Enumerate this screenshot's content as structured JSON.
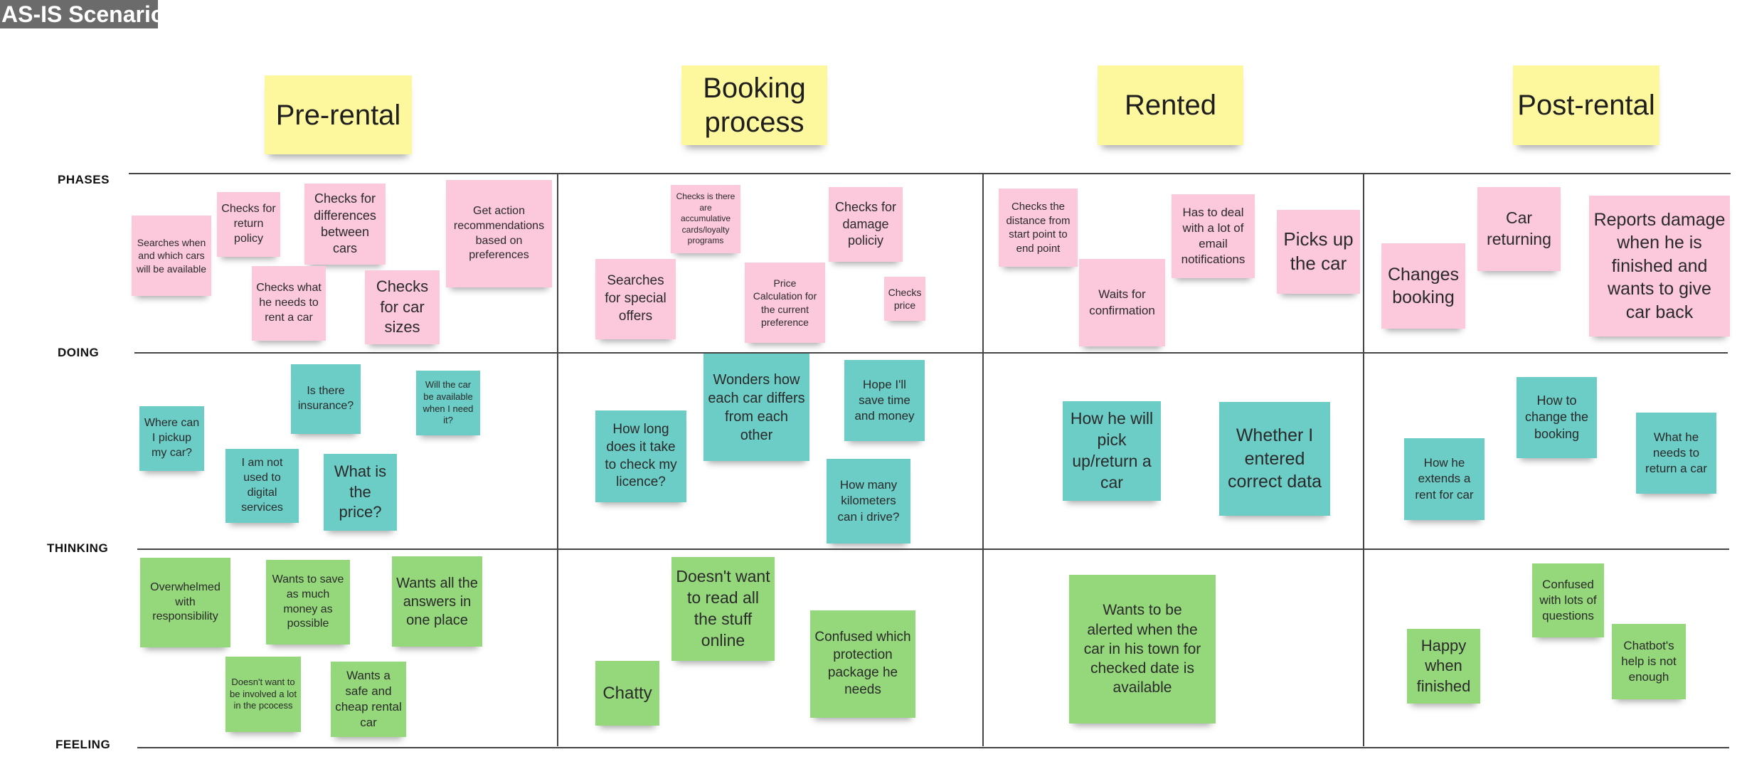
{
  "board": {
    "title": "AS-IS Scenario",
    "colors": {
      "phase": "#fdf79e",
      "doing": "#fbc8dc",
      "thinking": "#6cccc6",
      "feeling": "#95d87b"
    }
  },
  "phases": [
    "Pre-rental",
    "Booking process",
    "Rented",
    "Post-rental"
  ],
  "row_labels": [
    "PHASES",
    "DOING",
    "THINKING",
    "FEELING"
  ],
  "doing": {
    "pre_rental": [
      "Searches when and which cars will be available",
      "Checks for return policy",
      "Checks for differences between cars",
      "Get action recommendations based on preferences",
      "Checks what he needs to rent a car",
      "Checks for car sizes"
    ],
    "booking": [
      "Checks is there are accumulative cards/loyalty programs",
      "Checks for damage policiy",
      "Searches for special offers",
      "Price Calculation for the current preference",
      "Checks price"
    ],
    "rented": [
      "Checks the distance from start point to end point",
      "Has to deal with a lot of email notifications",
      "Picks up the car",
      "Waits for confirmation"
    ],
    "post_rental": [
      "Car returning",
      "Changes booking",
      "Reports damage when he is finished and wants to give car back"
    ]
  },
  "thinking": {
    "pre_rental": [
      "Is there insurance?",
      "Will the car be available when I need it?",
      "Where can I pickup my car?",
      "I am not used to digital services",
      "What is the price?"
    ],
    "booking": [
      "Wonders how each car differs from each other",
      "Hope I'll save time and money",
      "How long does it take to check my licence?",
      "How many kilometers can i drive?"
    ],
    "rented": [
      "How he will pick up/return a car",
      "Whether I entered correct data"
    ],
    "post_rental": [
      "How to change the booking",
      "How he extends a rent for car",
      "What he needs to return a car"
    ]
  },
  "feeling": {
    "pre_rental": [
      "Overwhelmed with responsibility",
      "Wants to save as much money as possible",
      "Wants all the answers in one place",
      "Doesn't want to be involved a lot in the pcocess",
      "Wants a safe and cheap rental car"
    ],
    "booking": [
      "Doesn't want to read all the stuff online",
      "Chatty",
      "Confused which protection package he needs"
    ],
    "rented": [
      "Wants to be alerted when the car in his town for checked date is available"
    ],
    "post_rental": [
      "Confused with lots of questions",
      "Happy when finished",
      "Chatbot's help is not enough"
    ]
  }
}
